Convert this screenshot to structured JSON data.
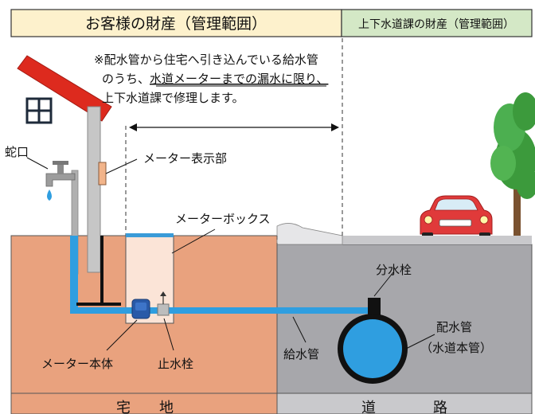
{
  "headers": {
    "customer": "お客様の財産（管理範囲）",
    "bureau": "上下水道課の財産（管理範囲）"
  },
  "note": {
    "line1": "※配水管から住宅へ引き込んでいる給水管",
    "line2_prefix": "のうち、",
    "line2_underlined": "水道メーターまでの漏水に限り、",
    "line3": "上下水道課で修理します。"
  },
  "labels": {
    "faucet": "蛇口",
    "meter_display": "メーター表示部",
    "meter_box": "メーターボックス",
    "meter_body": "メーター本体",
    "stop_valve": "止水栓",
    "branch_valve": "分水栓",
    "supply_pipe": "給水管",
    "distribution_pipe": "配水管",
    "main_pipe": "（水道本管）",
    "residential": "宅　　地",
    "road": "道　　　　路"
  },
  "colors": {
    "header_fill": "#fdf1cc",
    "soil_residential": "#e9a27e",
    "road_gray": "#a7a7ab",
    "water_blue": "#2f9ee0",
    "roof_red": "#dd2a1e",
    "meter_box_fill": "#fbe4d7",
    "tree_green": "#3c9a3c",
    "car_red": "#e03a3a"
  },
  "icons": [
    "faucet-icon",
    "house-roof-icon",
    "window-icon",
    "water-meter-icon",
    "stop-valve-icon",
    "tree-icon",
    "car-icon"
  ]
}
